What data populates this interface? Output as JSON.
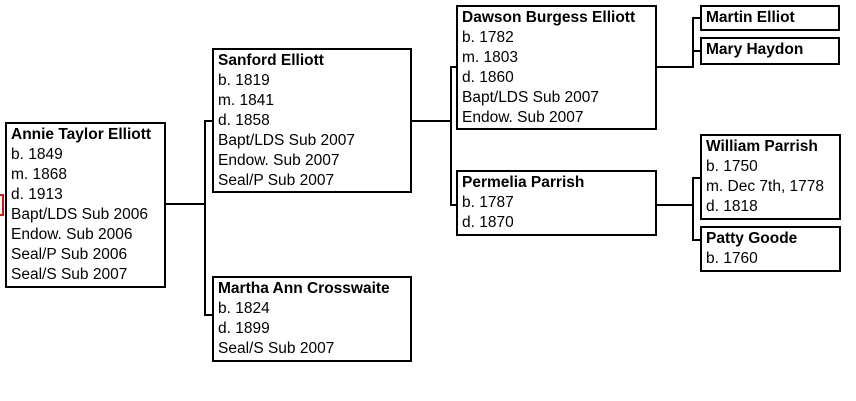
{
  "people": {
    "annie": {
      "name": "Annie Taylor Elliott",
      "lines": [
        "b. 1849",
        "m. 1868",
        "d. 1913",
        "Bapt/LDS Sub 2006",
        "Endow. Sub 2006",
        "Seal/P Sub 2006",
        "Seal/S Sub 2007"
      ]
    },
    "sanford": {
      "name": "Sanford Elliott",
      "lines": [
        "b. 1819",
        "m. 1841",
        "d. 1858",
        "Bapt/LDS Sub 2007",
        "Endow. Sub 2007",
        "Seal/P Sub 2007"
      ]
    },
    "martha": {
      "name": "Martha Ann Crosswaite",
      "lines": [
        "b. 1824",
        "d. 1899",
        "Seal/S Sub 2007"
      ]
    },
    "dawson": {
      "name": "Dawson Burgess Elliott",
      "lines": [
        "b. 1782",
        "m. 1803",
        "d. 1860",
        "Bapt/LDS Sub 2007",
        "Endow. Sub 2007"
      ]
    },
    "permelia": {
      "name": "Permelia Parrish",
      "lines": [
        "b. 1787",
        "d. 1870"
      ]
    },
    "martin": {
      "name": "Martin Elliot",
      "lines": []
    },
    "mary": {
      "name": "Mary Haydon",
      "lines": []
    },
    "william": {
      "name": "William Parrish",
      "lines": [
        "b. 1750",
        "m. Dec 7th, 1778",
        "d. 1818"
      ]
    },
    "patty": {
      "name": "Patty Goode",
      "lines": [
        "b. 1760"
      ]
    }
  }
}
